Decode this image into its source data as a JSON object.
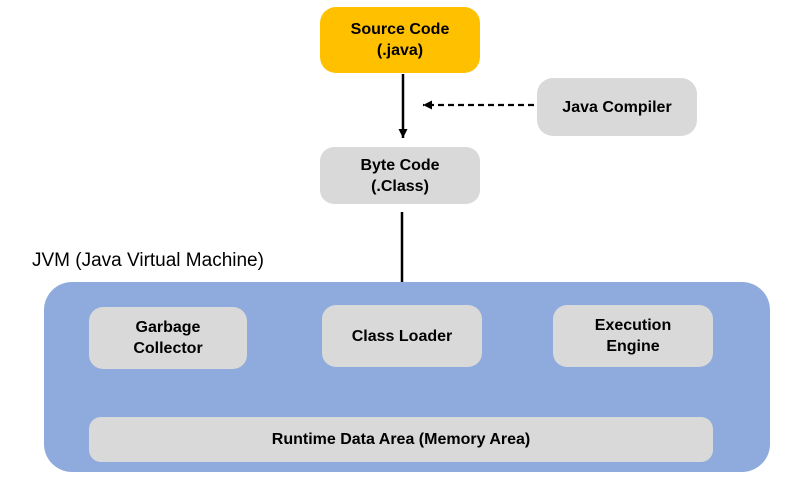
{
  "diagram": {
    "title": "JVM (Java Virtual Machine)",
    "colors": {
      "background": "#FFFFFF",
      "source_fill": "#FFC000",
      "box_fill": "#D9D9D9",
      "jvm_fill": "#8FAADC",
      "arrow": "#000000"
    },
    "nodes": {
      "source_code": {
        "line1": "Source Code",
        "line2": "(.java)"
      },
      "java_compiler": {
        "label": "Java Compiler"
      },
      "byte_code": {
        "line1": "Byte Code",
        "line2": "(.Class)"
      },
      "garbage_collector": {
        "line1": "Garbage",
        "line2": "Collector"
      },
      "class_loader": {
        "label": "Class Loader"
      },
      "execution_engine": {
        "line1": "Execution",
        "line2": "Engine"
      },
      "runtime_data_area": {
        "label": "Runtime Data Area (Memory Area)"
      }
    },
    "edges": [
      {
        "from": "source_code",
        "to": "byte_code",
        "style": "solid",
        "direction": "down"
      },
      {
        "from": "java_compiler",
        "to": "source_to_bytecode_flow",
        "style": "dashed",
        "direction": "left"
      },
      {
        "from": "byte_code",
        "to": "class_loader",
        "style": "solid",
        "direction": "down"
      },
      {
        "from": "class_loader",
        "to": "execution_engine",
        "style": "solid",
        "direction": "both"
      },
      {
        "from": "garbage_collector",
        "to": "runtime_data_area",
        "style": "solid",
        "direction": "both"
      },
      {
        "from": "class_loader",
        "to": "runtime_data_area",
        "style": "solid",
        "direction": "both"
      },
      {
        "from": "execution_engine",
        "to": "runtime_data_area",
        "style": "solid",
        "direction": "both"
      }
    ]
  }
}
